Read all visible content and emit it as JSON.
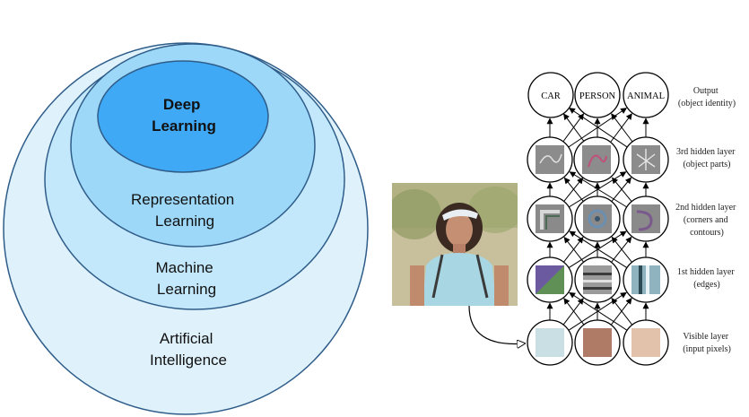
{
  "venn": {
    "artificial_intelligence": [
      "Artificial",
      "Intelligence"
    ],
    "machine_learning": [
      "Machine",
      "Learning"
    ],
    "representation_learning": [
      "Representation",
      "Learning"
    ],
    "deep_learning": [
      "Deep",
      "Learning"
    ]
  },
  "network": {
    "output_nodes": [
      "CAR",
      "PERSON",
      "ANIMAL"
    ],
    "layers": {
      "output": [
        "Output",
        "(object identity)"
      ],
      "hidden3": [
        "3rd hidden layer",
        "(object parts)"
      ],
      "hidden2": [
        "2nd hidden layer",
        "(corners and",
        "contours)"
      ],
      "hidden1": [
        "1st hidden layer",
        "(edges)"
      ],
      "visible": [
        "Visible layer",
        "(input pixels)"
      ]
    },
    "colors": {
      "pixel1": "#c9dfe3",
      "pixel2": "#b07b66",
      "pixel3": "#e2c2ab"
    }
  },
  "colors": {
    "ai": "#dff2fc",
    "ml": "#c4e8fb",
    "rl": "#9ed8f8",
    "dl": "#3fa9f5",
    "outline": "#2f5d8a"
  }
}
